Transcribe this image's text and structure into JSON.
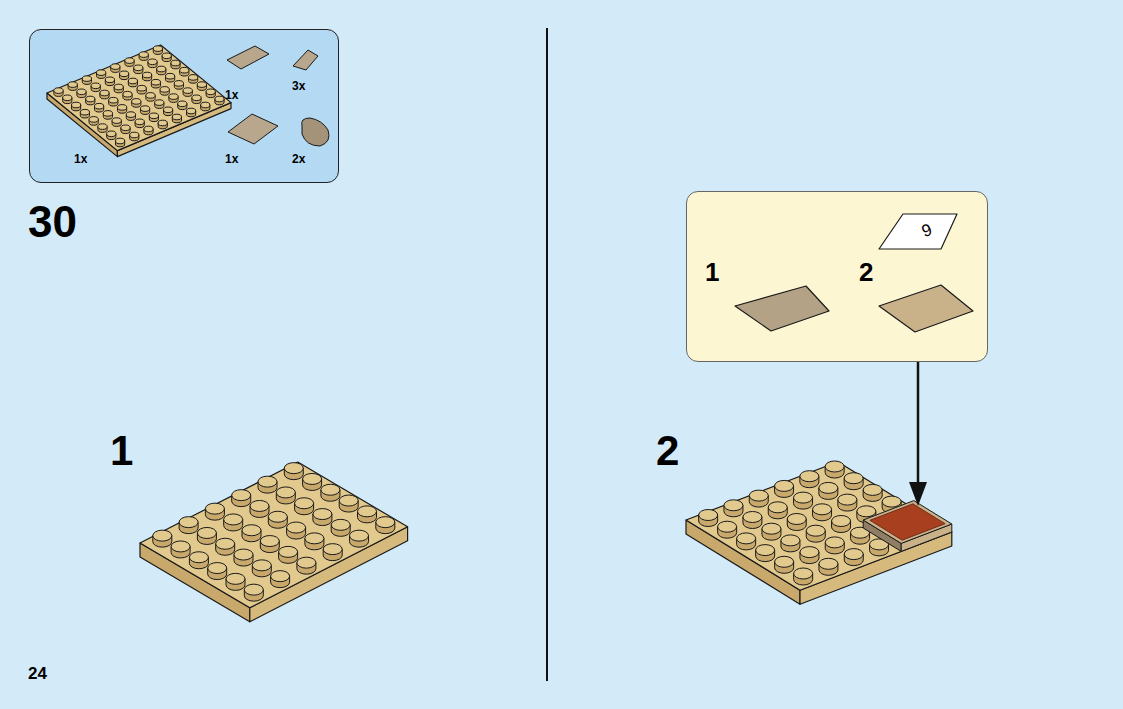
{
  "diagram": {
    "nodes": [
      {
        "text": [
          "3x",
          "1x",
          "1x",
          "1x",
          "2x"
        ]
      },
      {
        "text": [
          "1",
          "2"
        ]
      }
    ],
    "labels": [
      "30",
      "1",
      "2",
      "24",
      "9"
    ]
  }
}
